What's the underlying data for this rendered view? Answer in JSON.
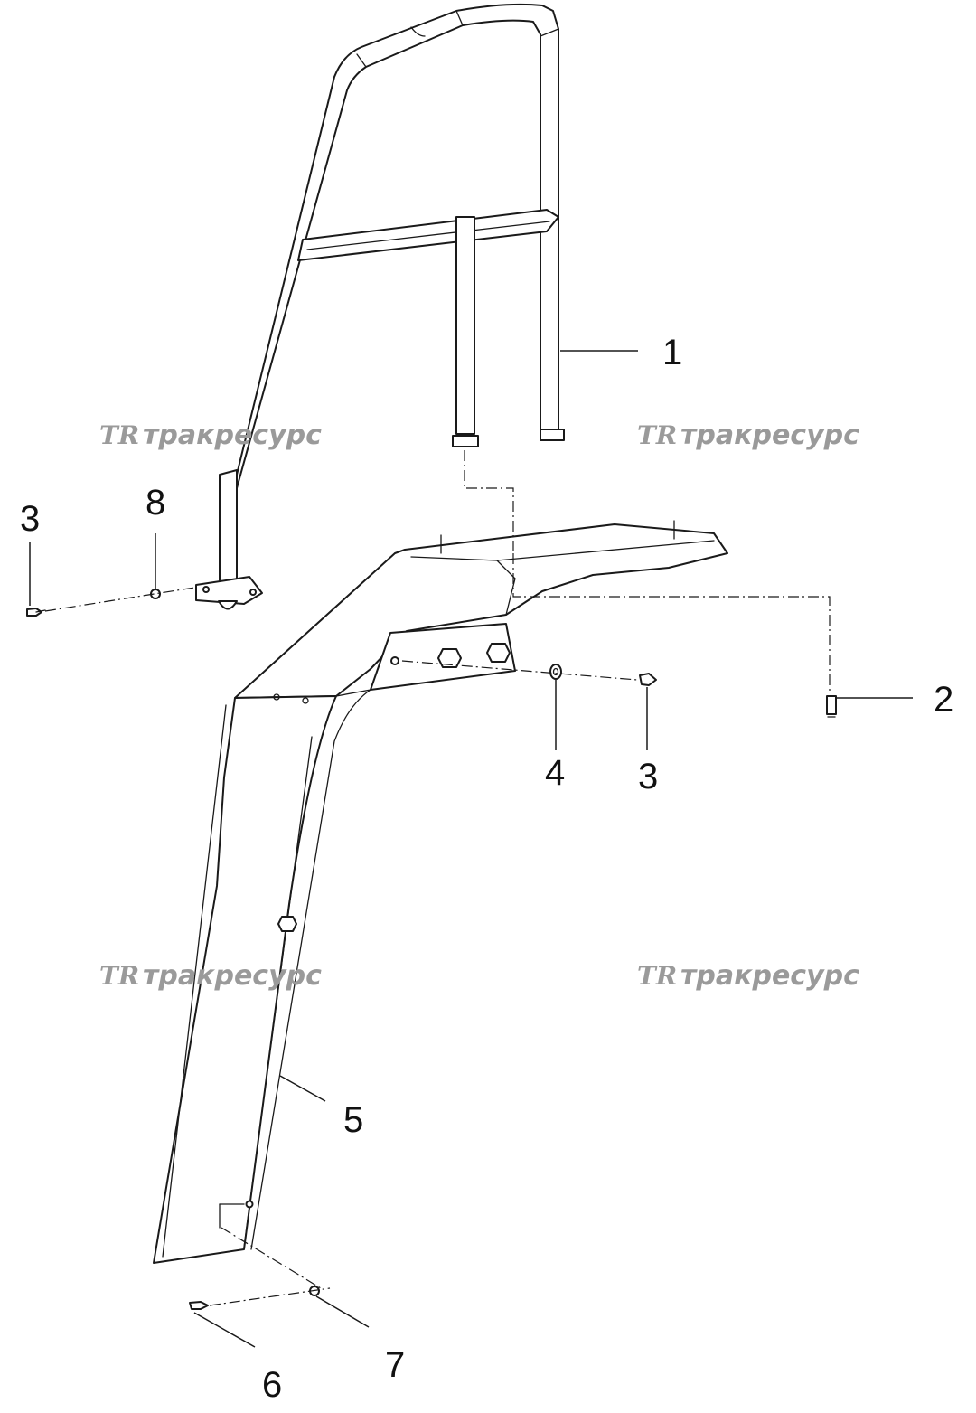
{
  "callouts": {
    "c1": "1",
    "c2": "2",
    "c3a": "3",
    "c3b": "3",
    "c4": "4",
    "c5": "5",
    "c6": "6",
    "c7": "7",
    "c8": "8"
  },
  "watermark": {
    "logo": "TR",
    "text": "тракресурс"
  },
  "colors": {
    "line": "#1a1a1a",
    "watermark": "#9a9a9a"
  }
}
